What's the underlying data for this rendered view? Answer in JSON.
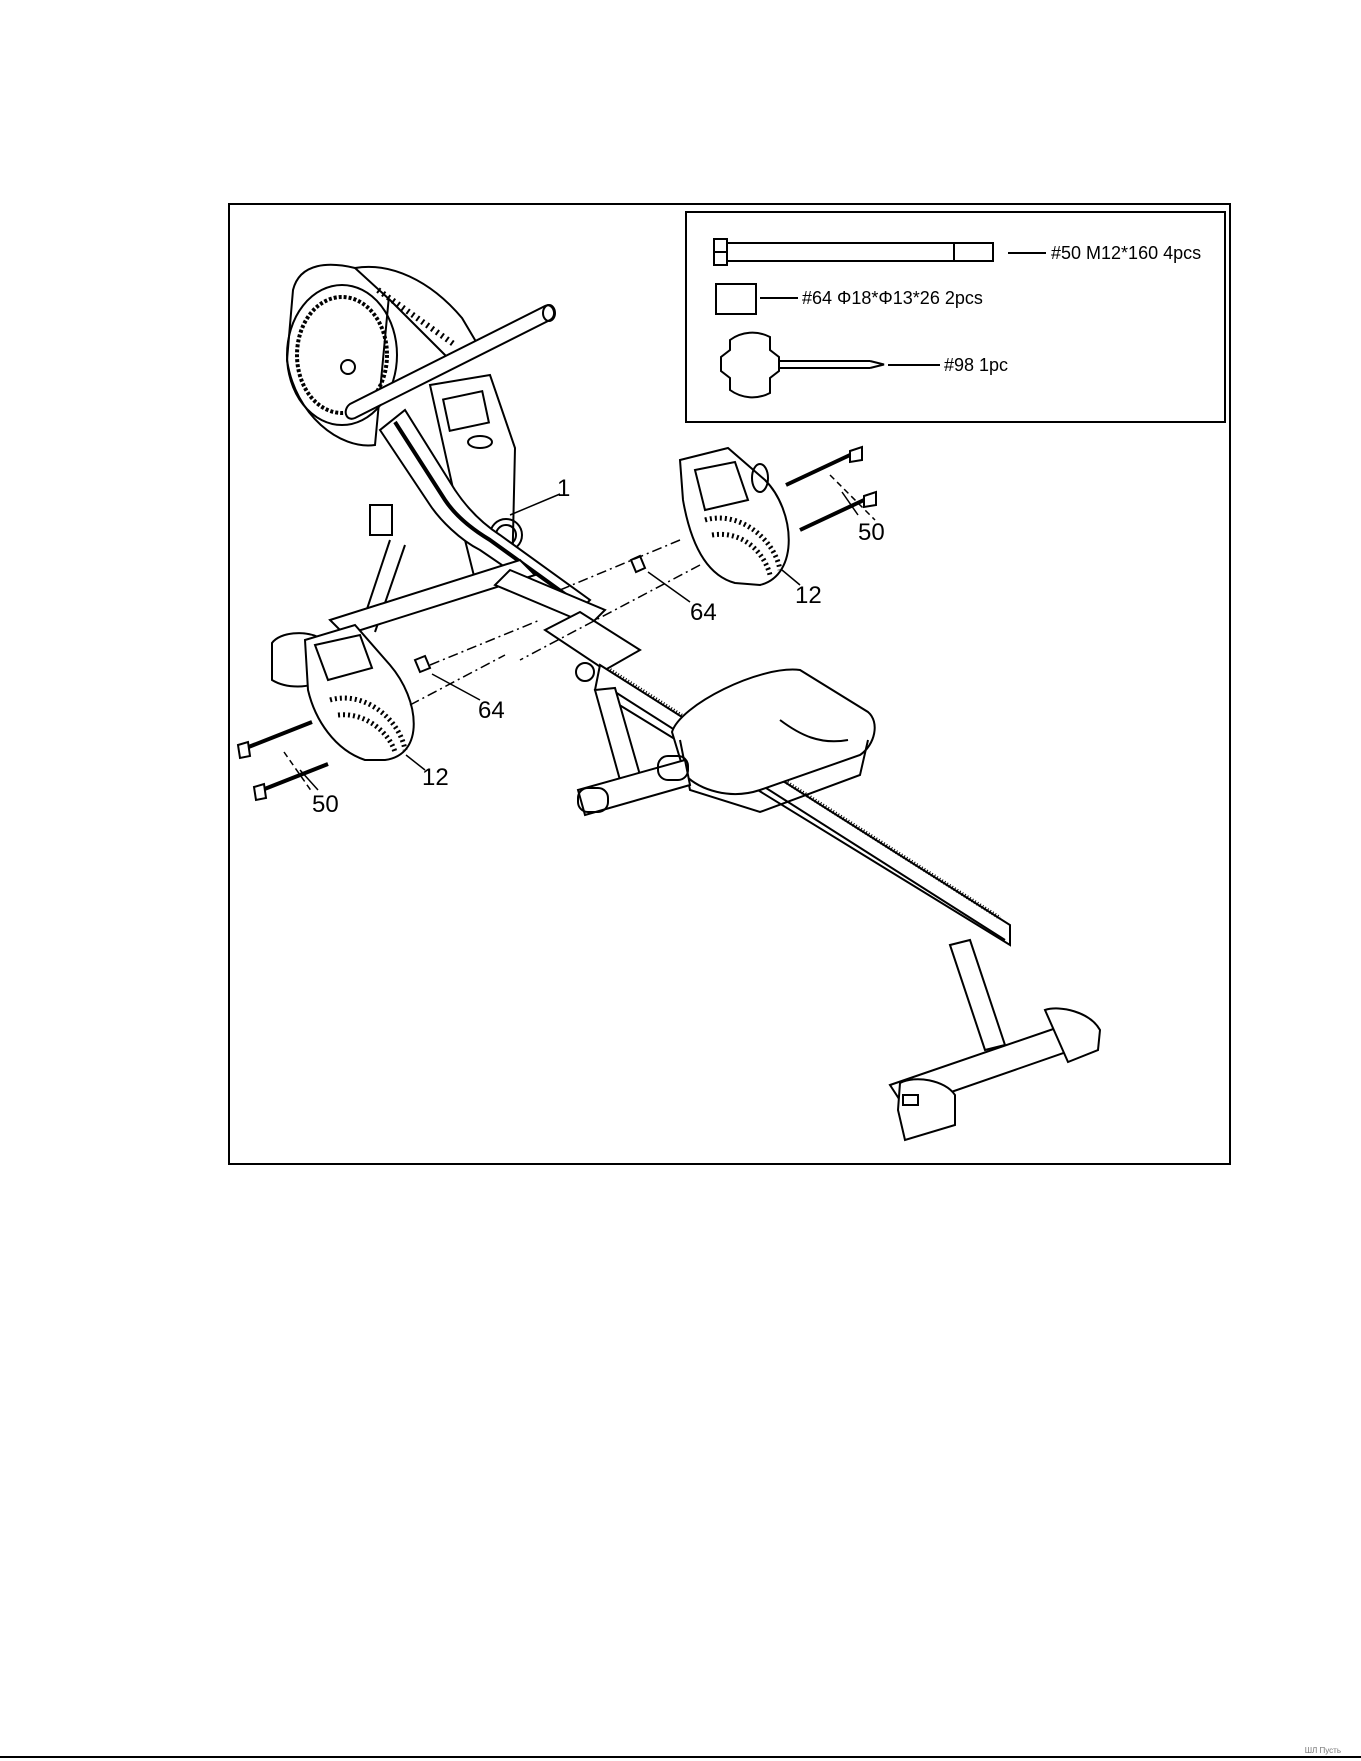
{
  "hardware": {
    "bolt": {
      "label": "#50 M12*160 4pcs",
      "icon": "bolt-icon"
    },
    "spacer": {
      "label": "#64 Φ18*Φ13*26 2pcs",
      "icon": "spacer-icon"
    },
    "wrench": {
      "label": "#98 1pc",
      "icon": "wrench-icon"
    }
  },
  "callouts": {
    "main_frame": "1",
    "pedal_right": "12",
    "pedal_left": "12",
    "spacer_right": "64",
    "spacer_left": "64",
    "bolts_right": "50",
    "bolts_left": "50"
  },
  "corner_note": "ШЛ Пусть"
}
